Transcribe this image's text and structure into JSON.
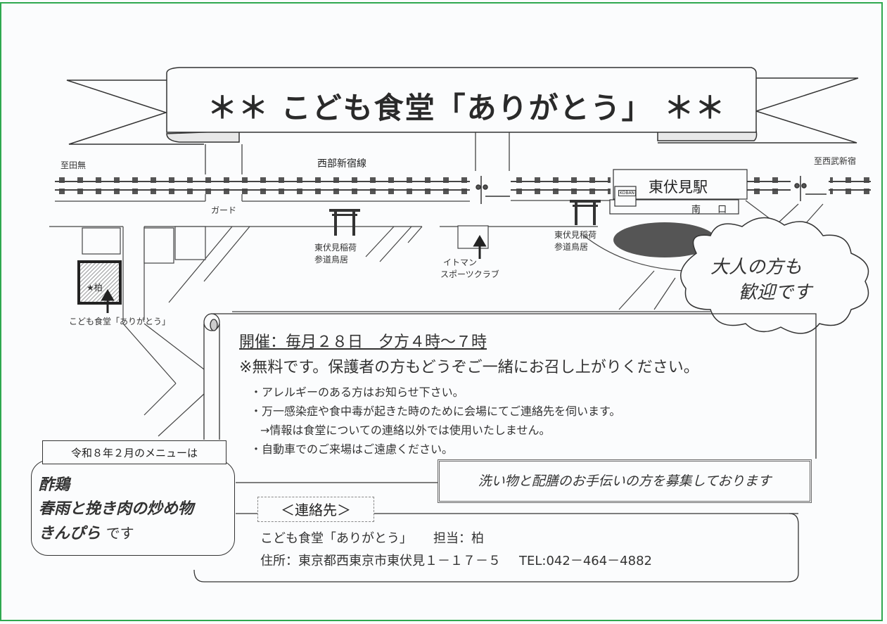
{
  "flyer": {
    "title": "＊＊ こども食堂「ありがとう」 ＊＊",
    "border_color": "#2fa84f"
  },
  "map": {
    "direction_left": "至田無",
    "direction_right": "至西武新宿",
    "railway_line": "西部新宿線",
    "underpass": "ガード",
    "station": "東伏見駅",
    "station_exit": "南 口",
    "koban": "KOBAN",
    "shrine_gate_left": [
      "東伏見稲荷",
      "参道鳥居"
    ],
    "shrine_gate_right": [
      "東伏見稲荷",
      "参道鳥居"
    ],
    "sports_club": [
      "イトマン",
      "スポーツクラブ"
    ],
    "venue_marker": "★柏",
    "venue_label": "こども食堂「ありがとう」"
  },
  "cloud": {
    "line1": "大人の方も",
    "line2": "歓迎です"
  },
  "info": {
    "schedule": "開催：毎月２８日　夕方４時～７時",
    "free_notice": "※無料です。保護者の方もどうぞご一緒にお召し上がりください。",
    "bullets": [
      "・アレルギーのある方はお知らせ下さい。",
      "・万一感染症や食中毒が起きた時のために会場にてご連絡先を伺います。",
      "→情報は食堂についての連絡以外では使用いたしません。",
      "・自動車でのご来場はご遠慮ください。"
    ]
  },
  "menu": {
    "heading": "令和８年２月のメニューは",
    "items": [
      "酢鶏",
      "春雨と挽き肉の炒め物",
      "きんぴら"
    ],
    "suffix": "です"
  },
  "volunteer": {
    "text": "洗い物と配膳のお手伝いの方を募集しております"
  },
  "contact": {
    "heading": "＜連絡先＞",
    "name": "こども食堂「ありがとう」",
    "person": "担当：柏",
    "address": "住所：東京都西東京市東伏見１－１７－５",
    "tel": "TEL:042－464－4882"
  }
}
